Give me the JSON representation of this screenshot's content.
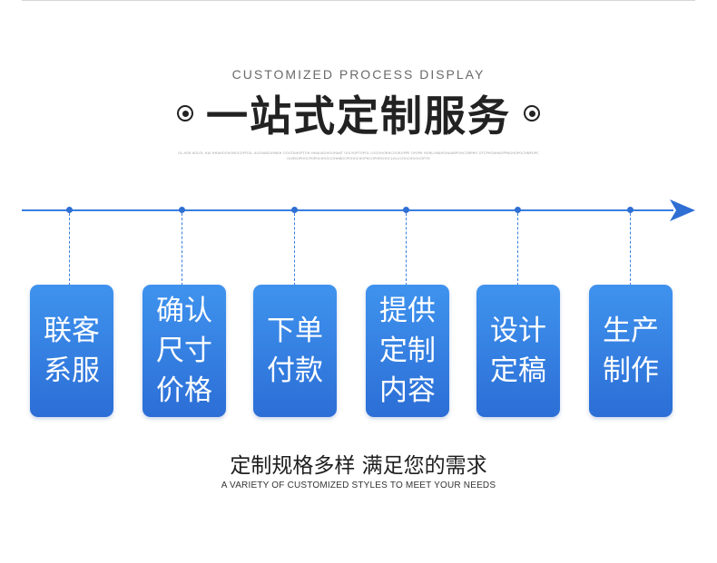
{
  "header": {
    "eyebrow": "CUSTOMIZED PROCESS DISPLAY",
    "title": "一站式定制服务",
    "fine_print": "OL.HOK KOLOL HAI HHAHOOVONOCOPTIOL ALOVABOUPAKH OOOTAHOPTOH HHAUAOHOUHAKT OOLYOPTOPOL LOOOHORHCOOROPPE OYOPK HORLLMAHOHAARPOHCORPHO OTCPHCNHAOPPAOHOPOCHNPOPCOLMSOPHOCPOPHCHOOCOHHBOCPOHOCHOPHCOPHRCHOCLHLCCHOCHOOOOPTH"
  },
  "timeline": {
    "color": "#3a7ee0",
    "dot_color": "#2f6fd4"
  },
  "steps": [
    {
      "label": "联客系服"
    },
    {
      "label": "确认尺寸价格"
    },
    {
      "label": "下单付款"
    },
    {
      "label": "提供定制内容"
    },
    {
      "label": "设计定稿"
    },
    {
      "label": "生产制作"
    }
  ],
  "footer": {
    "slogan": "定制规格多样 满足您的需求",
    "slogan_en": "A VARIETY OF CUSTOMIZED STYLES TO MEET YOUR NEEDS"
  },
  "colors": {
    "card_top": "#3f93ee",
    "card_bottom": "#2c6ed6",
    "title": "#222222"
  }
}
